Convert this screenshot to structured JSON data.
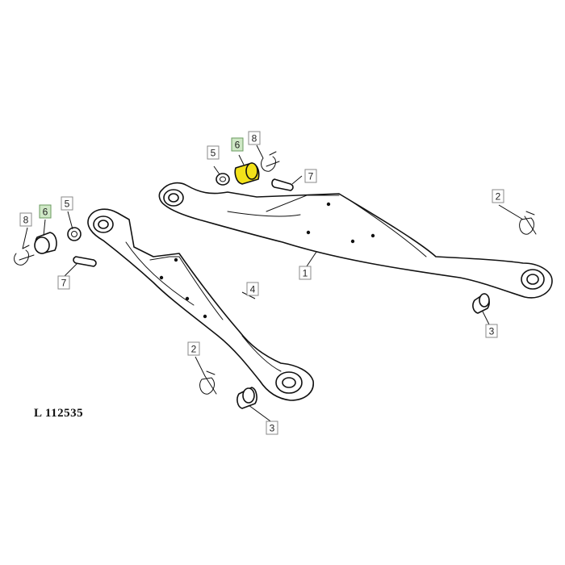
{
  "drawing_ref": "L 112535",
  "callouts": {
    "c1": "1",
    "c2a": "2",
    "c2b": "2",
    "c3a": "3",
    "c3b": "3",
    "c4": "4",
    "c5a": "5",
    "c5b": "5",
    "c6a": "6",
    "c6b": "6",
    "c7a": "7",
    "c7b": "7",
    "c8a": "8",
    "c8b": "8"
  },
  "colors": {
    "highlight_callout": "#cfe8c6",
    "highlight_part": "#f3e21a"
  }
}
